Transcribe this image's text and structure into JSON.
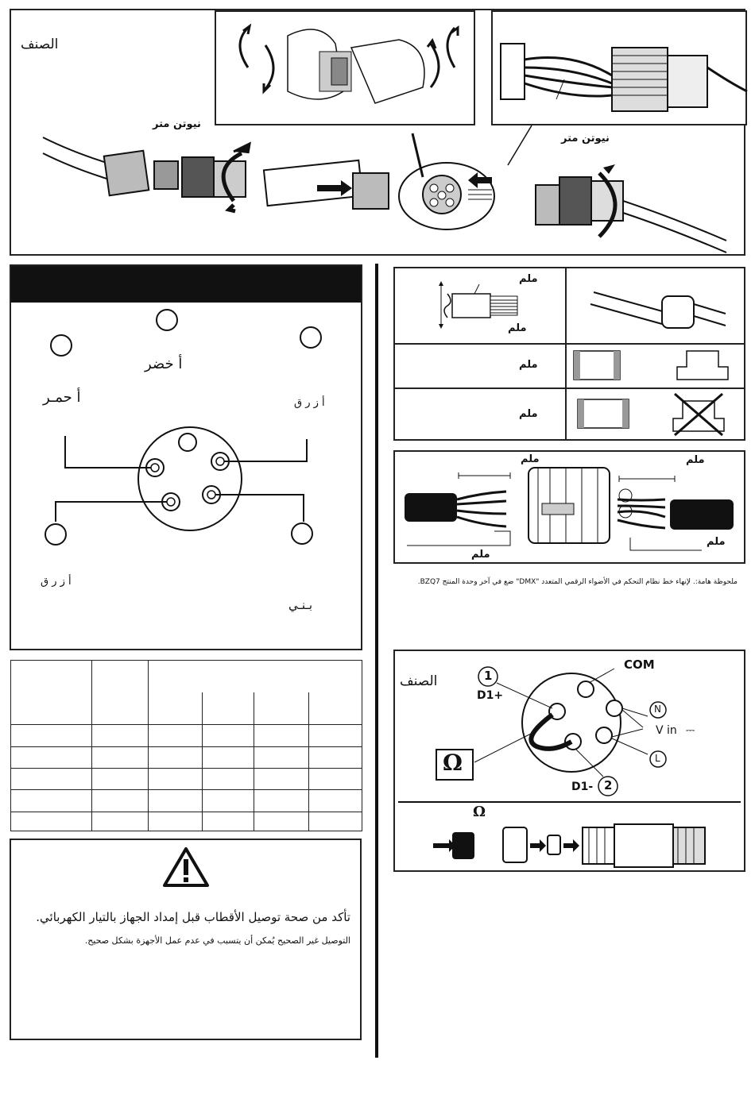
{
  "top_panel": {
    "category_label": "الصنف",
    "left_newton_label": "نيوتن متر",
    "right_newton_label": "نيوتن متر"
  },
  "pin_diagram": {
    "color_green": "أ خضر",
    "color_red": "أ حمـر",
    "color_blue_top": "أ ز ر ق",
    "color_blue_bottom": "أ ز ر ق",
    "color_brown": "بـنـي"
  },
  "strip_table": {
    "mm_top": "ملم",
    "mm_bottom": "ملم",
    "mm_row2": "ملم",
    "mm_row3": "ملم"
  },
  "wire_lengths": {
    "mm_left_top": "ملم",
    "mm_right_top": "ملم",
    "mm_left_bottom": "ملم",
    "mm_right_bottom": "ملم"
  },
  "dmx_note": "ملحوظة هامة:. لإنهاء خط نظام التحكم في الأضواء الرقمي المتعدد \"DMX\" ضع في آخر وحدة المنتج BZQ7.",
  "terminator": {
    "category_label": "الصنف",
    "com_label": "COM",
    "d1_plus_label": "D1+",
    "d1_minus_label": "D1-",
    "pin1_label": "1",
    "pin2_label": "2",
    "n_label": "N",
    "l_label": "L",
    "vin_label": "V in",
    "omega_symbol": "Ω"
  },
  "warning": {
    "main_text": "تأكد من صحة توصيل الأقطاب قبل إمداد الجهاز بالتيار الكهربائي.",
    "sub_text": "التوصيل غير الصحيح يُمكن أن يتسبب في عدم عمل الأجهزة بشكل صحيح."
  }
}
